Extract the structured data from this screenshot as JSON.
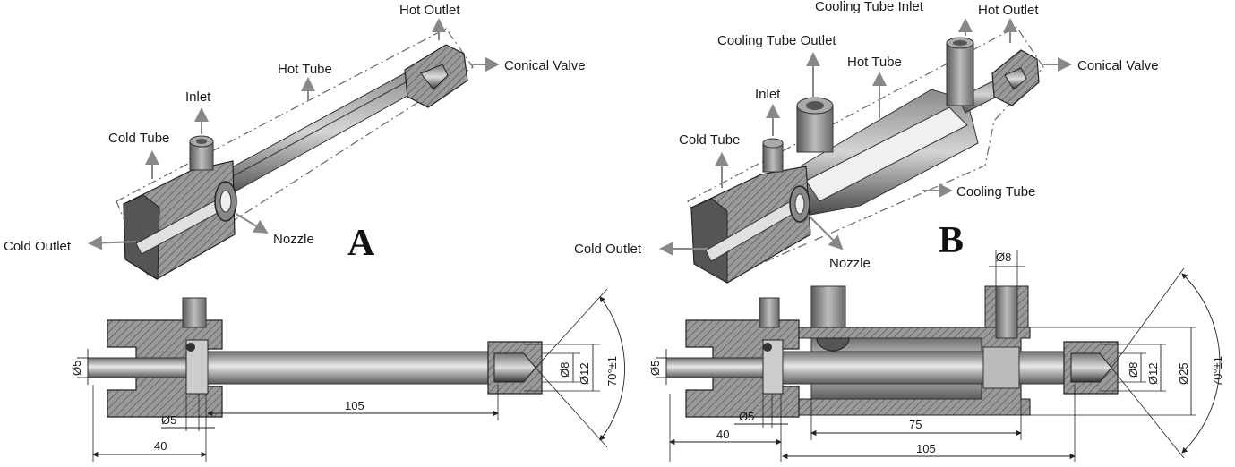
{
  "figure_a": {
    "letter": "A",
    "labels": {
      "hot_outlet": "Hot Outlet",
      "hot_tube": "Hot Tube",
      "conical_valve": "Conical Valve",
      "inlet": "Inlet",
      "cold_tube": "Cold Tube",
      "cold_outlet": "Cold Outlet",
      "nozzle": "Nozzle"
    },
    "dimensions": {
      "d_cold": "Ø5",
      "d_nozzle": "Ø5",
      "len_40": "40",
      "len_105": "105",
      "d_8": "Ø8",
      "d_12": "Ø12",
      "angle": "70°±1"
    }
  },
  "figure_b": {
    "letter": "B",
    "labels": {
      "cooling_tube_inlet": "Cooling Tube Inlet",
      "hot_outlet": "Hot Outlet",
      "cooling_tube_outlet": "Cooling Tube Outlet",
      "hot_tube": "Hot Tube",
      "conical_valve": "Conical Valve",
      "inlet": "Inlet",
      "cold_tube": "Cold Tube",
      "cooling_tube": "Cooling Tube",
      "cold_outlet": "Cold Outlet",
      "nozzle": "Nozzle"
    },
    "dimensions": {
      "d_top": "Ø8",
      "d_cold": "Ø5",
      "d_nozzle": "Ø5",
      "len_40": "40",
      "len_75": "75",
      "len_105": "105",
      "d_8": "Ø8",
      "d_12": "Ø12",
      "d_25": "Ø25",
      "angle": "70°±1"
    }
  }
}
